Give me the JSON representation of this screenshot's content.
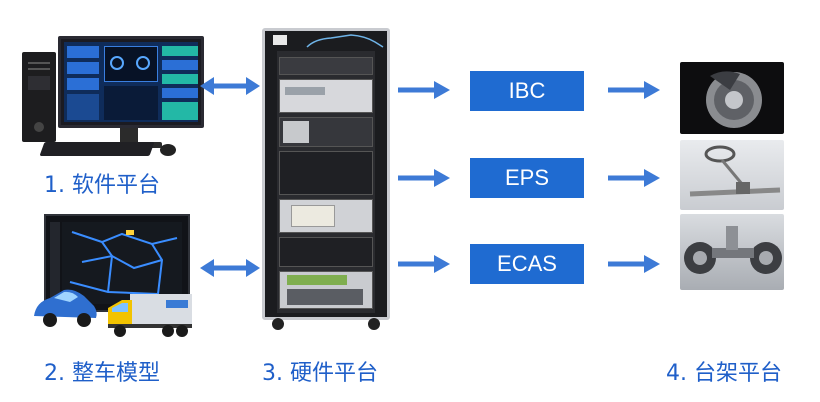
{
  "captions": {
    "software": "1. 软件平台",
    "vehicle": "2. 整车模型",
    "hardware": "3. 硬件平台",
    "bench": "4. 台架平台"
  },
  "systems": [
    "IBC",
    "EPS",
    "ECAS"
  ],
  "colors": {
    "accent": "#1f6bd1",
    "caption": "#1f5fc9",
    "arrow": "#3d7ad6"
  }
}
